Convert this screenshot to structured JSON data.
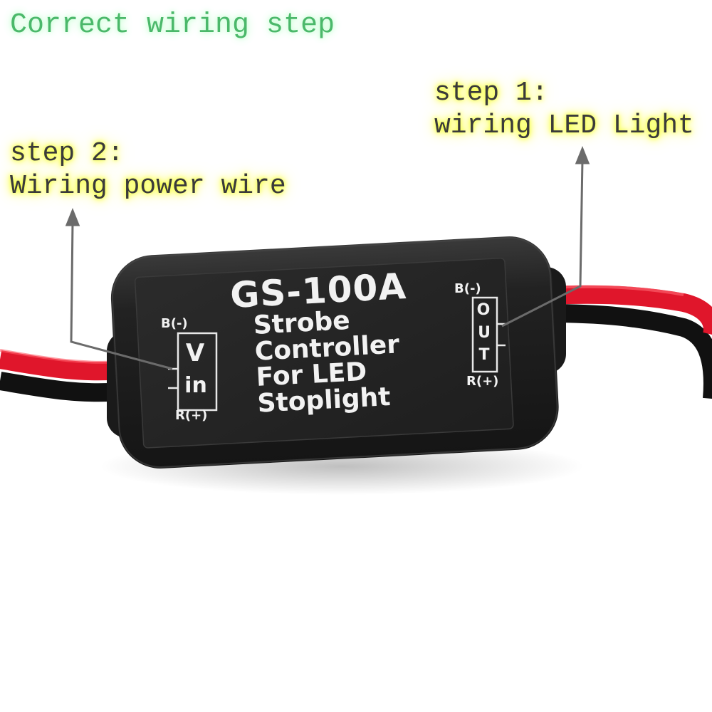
{
  "captions": {
    "heading": "Correct wiring step",
    "step1": {
      "title": "step 1:",
      "detail": "wiring LED Light"
    },
    "step2": {
      "title": "step 2:",
      "detail": "Wiring power wire"
    }
  },
  "device": {
    "model": "GS-100A",
    "description": [
      "Strobe",
      "Controller",
      "For LED",
      "Stoplight"
    ],
    "input_port": {
      "letter_top": "V",
      "letter_bottom": "in",
      "negative_label": "B(-)",
      "positive_label": "R(+)"
    },
    "output_port": {
      "letters": [
        "O",
        "U",
        "T"
      ],
      "negative_label": "B(-)",
      "positive_label": "R(+)"
    }
  },
  "colors": {
    "heading_glow": "#c9ffd6",
    "heading_text": "#4bb86a",
    "step_glow": "#f6ff3a",
    "device_body": "#1c1c1c",
    "wire_red": "#e0162b",
    "wire_black": "#111111"
  }
}
